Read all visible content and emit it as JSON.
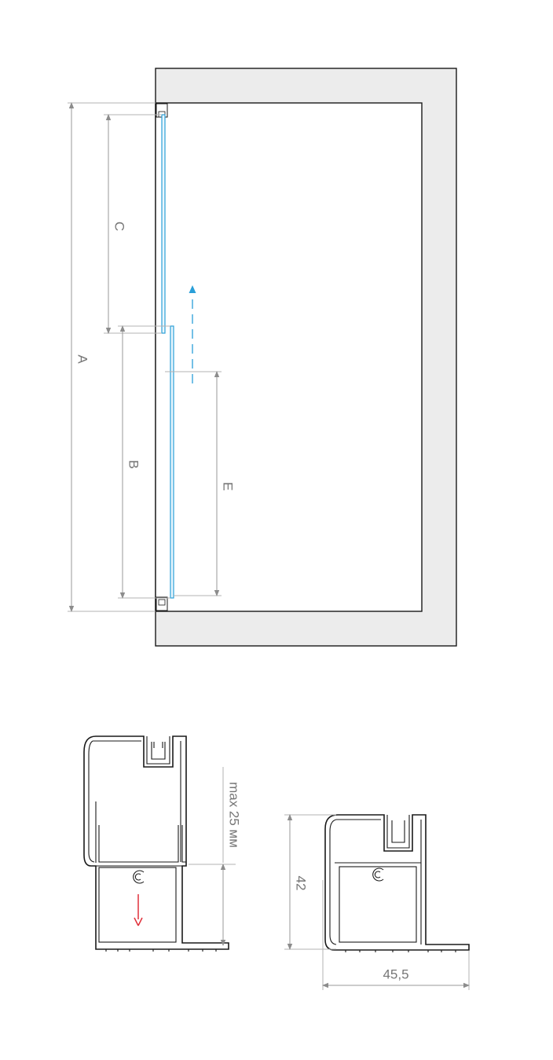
{
  "labels": {
    "a": "A",
    "b": "B",
    "c": "C",
    "e": "E",
    "max_text": "max 25 мм",
    "height_value": "42",
    "width_value": "45,5"
  },
  "colors": {
    "glass": "#2a9fd8",
    "guide_arrow": "#2a9fd8",
    "press_arrow": "#e0303a",
    "wall_fill": "#ececec",
    "outline": "#1a1a1a",
    "dimension": "#8c8c8c"
  }
}
